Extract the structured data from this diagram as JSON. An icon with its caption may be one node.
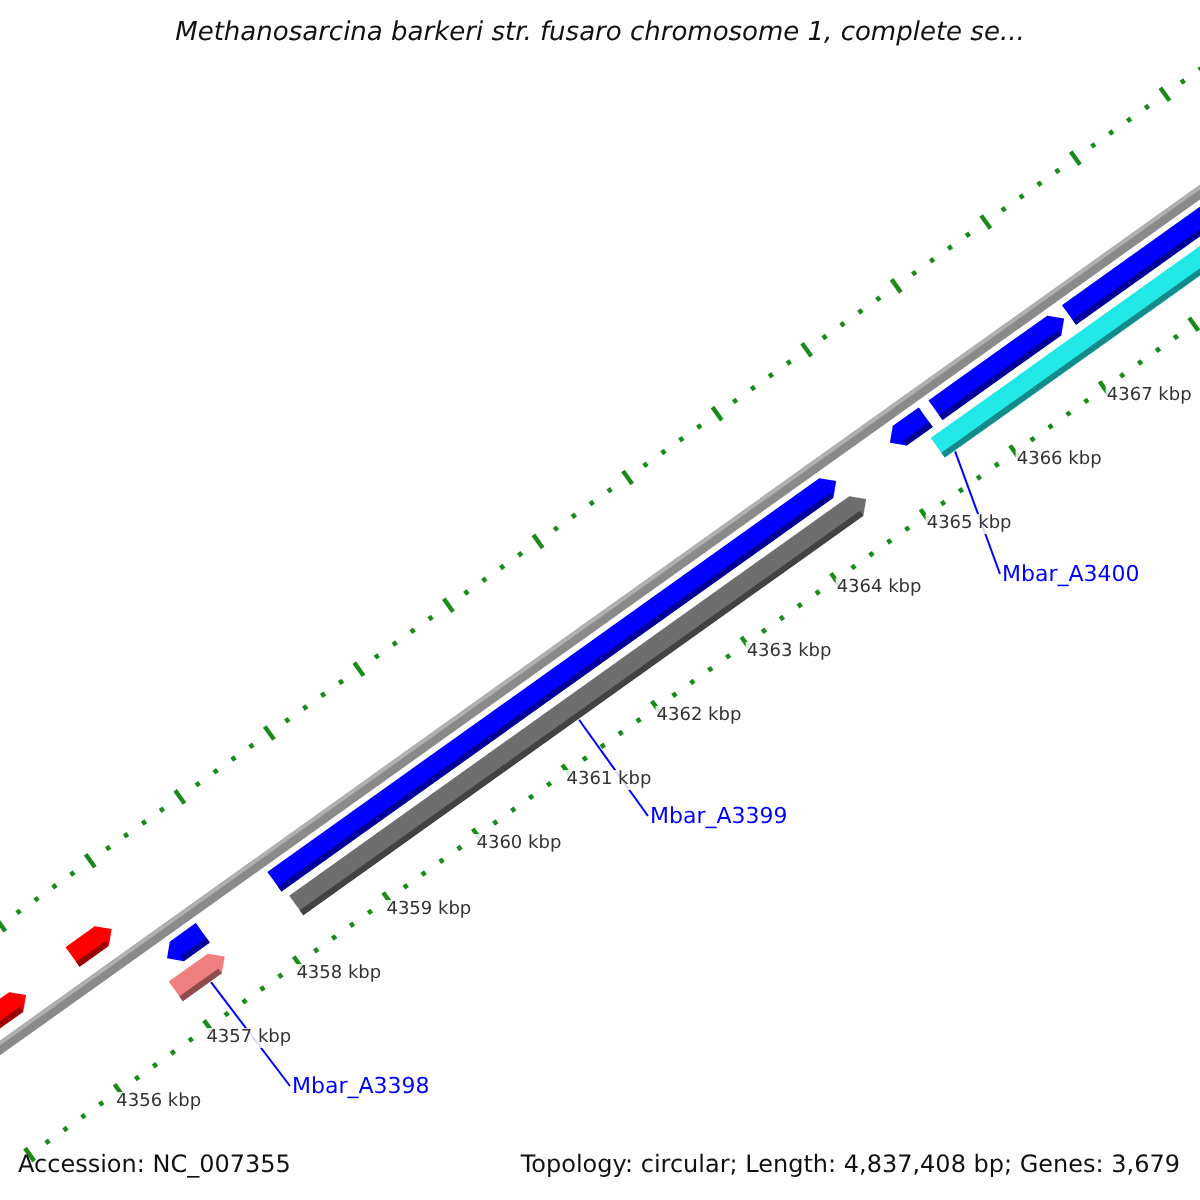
{
  "diagram": {
    "title": "Methanosarcina barkeri str. fusaro chromosome 1, complete se...",
    "nodes": [
      {
        "text": [
          "Mbar_A3398"
        ]
      },
      {
        "text": [],
        "shape": "bar"
      },
      {
        "text": [
          "Mbar_A3399"
        ]
      },
      {
        "text": [],
        "shape": "bar"
      },
      {
        "text": [
          "Mbar_A3400"
        ]
      },
      {
        "text": [],
        "shape": "bar"
      }
    ],
    "edges": [
      {
        "from": 0,
        "to": 1,
        "arrow": "none"
      },
      {
        "from": 2,
        "to": 3,
        "arrow": "none"
      },
      {
        "from": 4,
        "to": 5,
        "arrow": "none"
      }
    ],
    "labels": [
      "4356 kbp",
      "4357 kbp",
      "4358 kbp",
      "4359 kbp",
      "4360 kbp",
      "4361 kbp",
      "4362 kbp",
      "4363 kbp",
      "4364 kbp",
      "4365 kbp",
      "4366 kbp",
      "4367 kbp",
      "Accession: NC_007355",
      "Topology: circular; Length: 4,837,408 bp; Genes: 3,679"
    ]
  }
}
